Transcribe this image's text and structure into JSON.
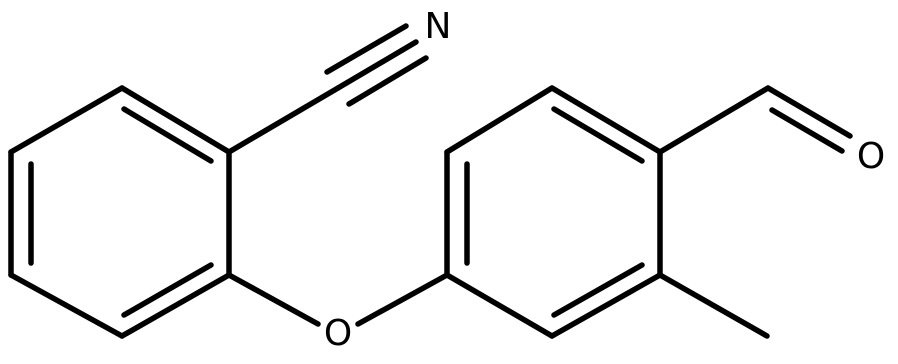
{
  "atoms": {
    "nitrile_n": "N",
    "aldehyde_o": "O",
    "ether_o": "O"
  },
  "colors": {
    "bond": "#000000",
    "background": "#ffffff"
  }
}
